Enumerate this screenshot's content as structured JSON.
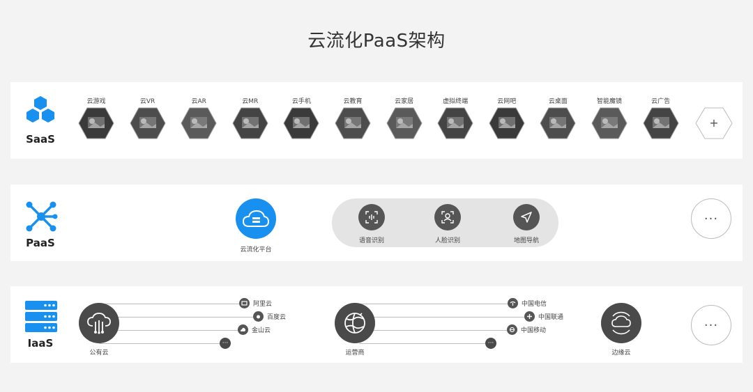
{
  "title": "云流化PaaS架构",
  "saas": {
    "label": "SaaS",
    "apps": [
      {
        "label": "云游戏"
      },
      {
        "label": "云VR"
      },
      {
        "label": "云AR"
      },
      {
        "label": "云MR"
      },
      {
        "label": "云手机"
      },
      {
        "label": "云教育"
      },
      {
        "label": "云家居"
      },
      {
        "label": "虚拟终端"
      },
      {
        "label": "云网吧"
      },
      {
        "label": "云桌面"
      },
      {
        "label": "智能魔镜"
      },
      {
        "label": "云广告"
      }
    ],
    "add_label": "+"
  },
  "paas": {
    "label": "PaaS",
    "platform_label": "云流化平台",
    "services": [
      {
        "label": "语音识别",
        "icon": "voice-recognition-icon"
      },
      {
        "label": "人脸识别",
        "icon": "face-recognition-icon"
      },
      {
        "label": "地图导航",
        "icon": "navigation-icon"
      }
    ],
    "more_label": "···"
  },
  "iaas": {
    "label": "IaaS",
    "public_cloud": {
      "label": "公有云",
      "providers": [
        {
          "label": "阿里云"
        },
        {
          "label": "百度云"
        },
        {
          "label": "金山云"
        }
      ],
      "more": "···"
    },
    "operator": {
      "label": "运营商",
      "providers": [
        {
          "label": "中国电信"
        },
        {
          "label": "中国联通"
        },
        {
          "label": "中国移动"
        }
      ],
      "more": "···"
    },
    "edge_cloud": {
      "label": "边缘云"
    },
    "more_label": "···"
  },
  "colors": {
    "accent": "#1890f0",
    "node_dark": "#4a4a4a",
    "panel_bg": "#ffffff",
    "page_bg": "#f3f3f3"
  }
}
